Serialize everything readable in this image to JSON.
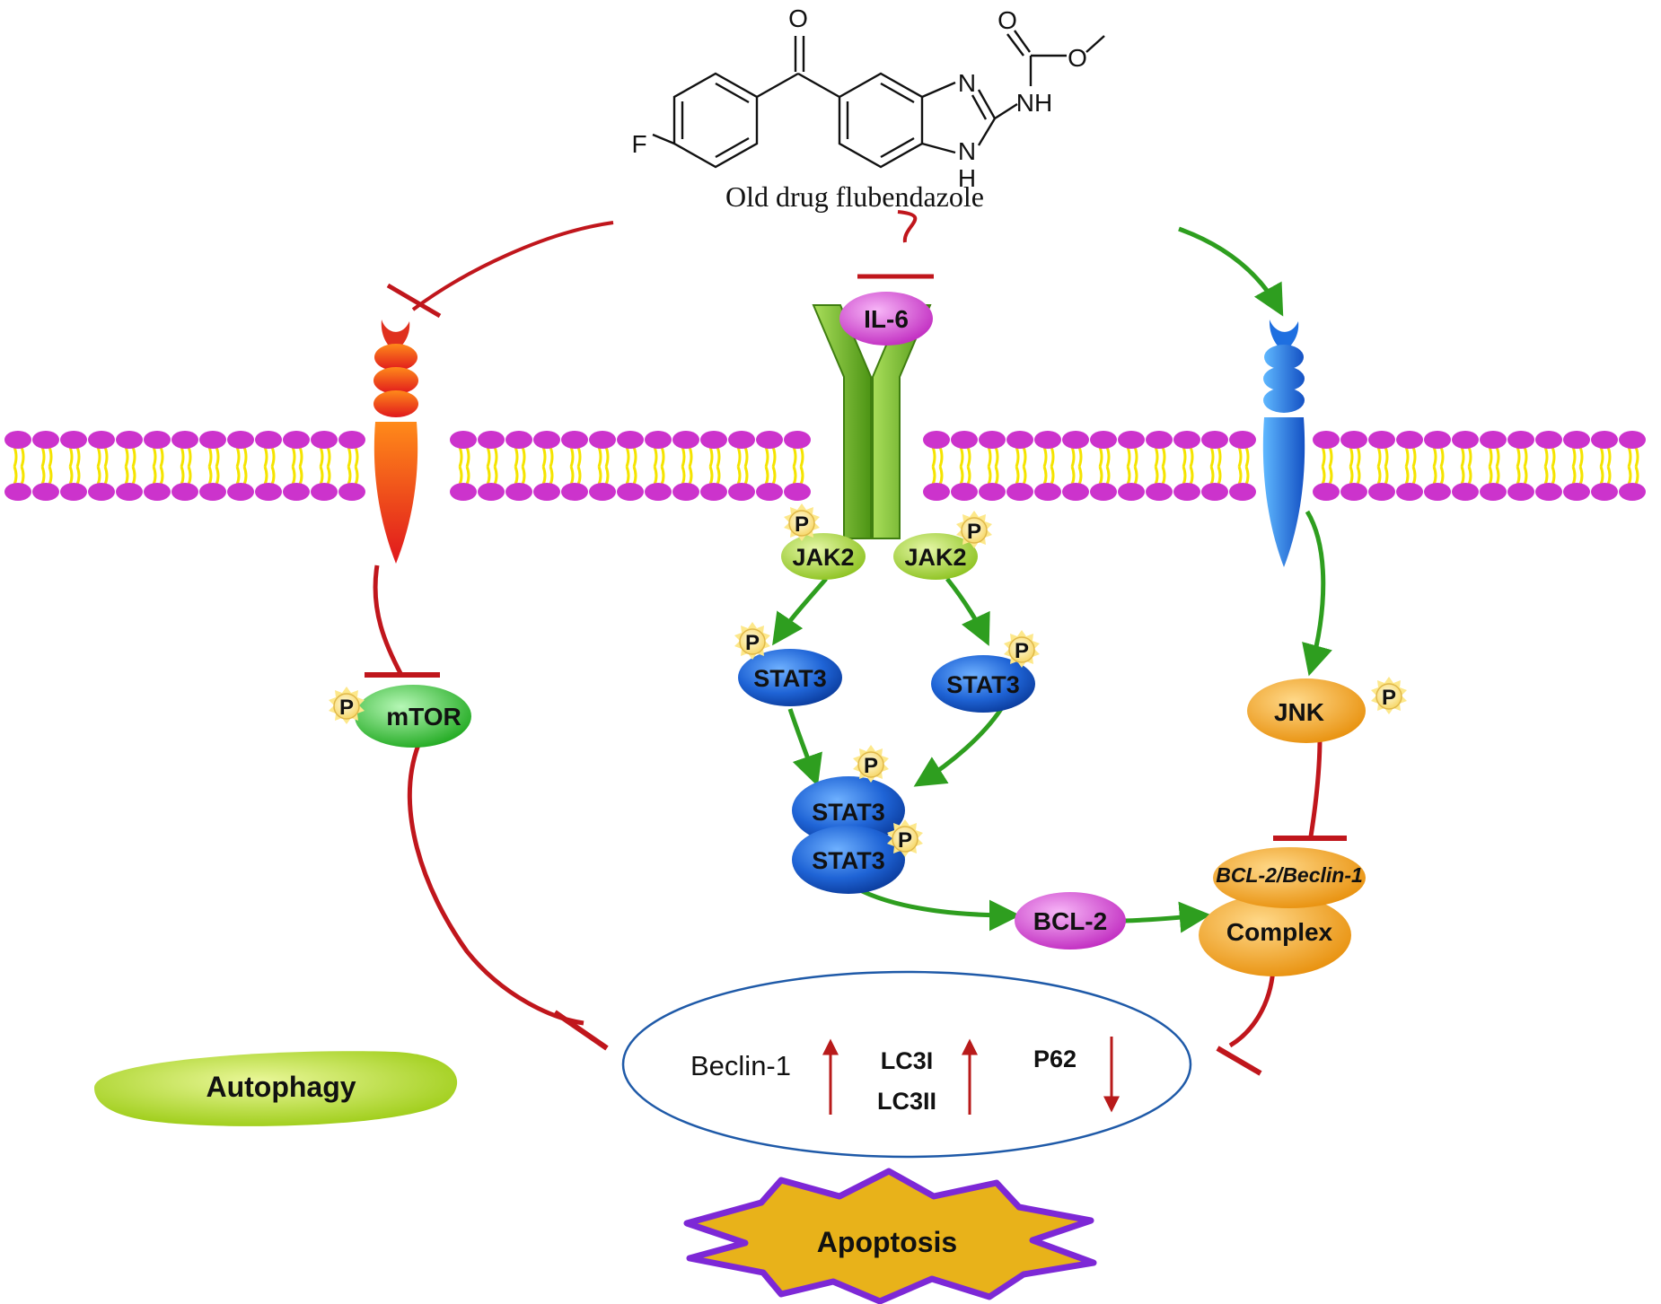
{
  "compound": {
    "caption": "Old drug flubendazole",
    "atoms": {
      "oxygen": "O",
      "fluorine": "F",
      "nitrogen": "N",
      "amine": "NH",
      "imine": "N",
      "hydrogen": "H"
    }
  },
  "nodes": {
    "il6": "IL-6",
    "jak2_left": "JAK2",
    "jak2_right": "JAK2",
    "stat3_left": "STAT3",
    "stat3_right": "STAT3",
    "stat3_dimer_top": "STAT3",
    "stat3_dimer_bottom": "STAT3",
    "mtor": "mTOR",
    "jnk": "JNK",
    "bcl2": "BCL-2",
    "complex_top": "BCL-2/Beclin-1",
    "complex_bottom": "Complex",
    "phospho": "P"
  },
  "markers": {
    "beclin1": "Beclin-1",
    "lc3i": "LC3I",
    "lc3ii": "LC3II",
    "p62": "P62"
  },
  "outcomes": {
    "autophagy": "Autophagy",
    "apoptosis": "Apoptosis"
  },
  "colors": {
    "activation": "#2e9e1f",
    "inhibition": "#c0161c",
    "membrane_head": "#cc33cc",
    "membrane_tail": "#f5e400",
    "receptor_green": "#6fb52a",
    "receptor_red": "#e0301e",
    "receptor_blue": "#1e6fe0",
    "il6": "#d946d9",
    "jak2": "#a8d83a",
    "stat3": "#1f64d6",
    "mtor": "#2ec72e",
    "jnk": "#f2a21c",
    "complex": "#f2a21c",
    "autophagy": "#b5dc1f",
    "apoptosis_fill": "#e8b21a",
    "apoptosis_stroke": "#7d28d6",
    "ellipse_stroke": "#1f5aa8"
  }
}
